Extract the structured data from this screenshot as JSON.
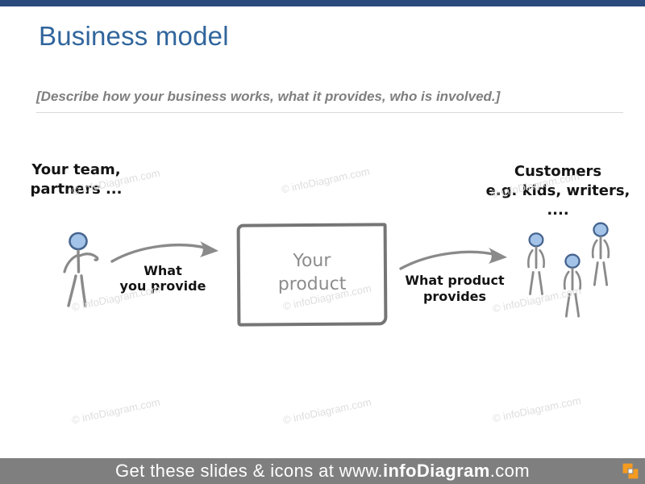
{
  "slide": {
    "title": "Business model",
    "subtitle": "[Describe how your business works, what it provides, who is involved.]",
    "watermark": "© infoDiagram.com"
  },
  "diagram": {
    "team_label_line1": "Your team,",
    "team_label_line2": "partners ...",
    "left_arrow_label_line1": "What",
    "left_arrow_label_line2": "you provide",
    "product_label_line1": "Your",
    "product_label_line2": "product",
    "right_arrow_label_line1": "What product",
    "right_arrow_label_line2": "provides",
    "customers_line1": "Customers",
    "customers_line2": "e.g. kids, writers,",
    "customers_line3": "...."
  },
  "footer": {
    "prefix": "Get these slides & icons at www.",
    "brand": "infoDiagram",
    "suffix": ".com"
  },
  "colors": {
    "top_bar_navy": "#2b4a7d",
    "title_blue": "#31659c",
    "subtitle_gray": "#7f7f7f",
    "sketch_gray": "#8a8a8a",
    "head_blue": "#a3c4e8",
    "head_outline_blue": "#46648f",
    "footer_bar_gray": "#7f7f7f",
    "logo_orange": "#f59b20",
    "watermark_gray": "#dedede"
  }
}
